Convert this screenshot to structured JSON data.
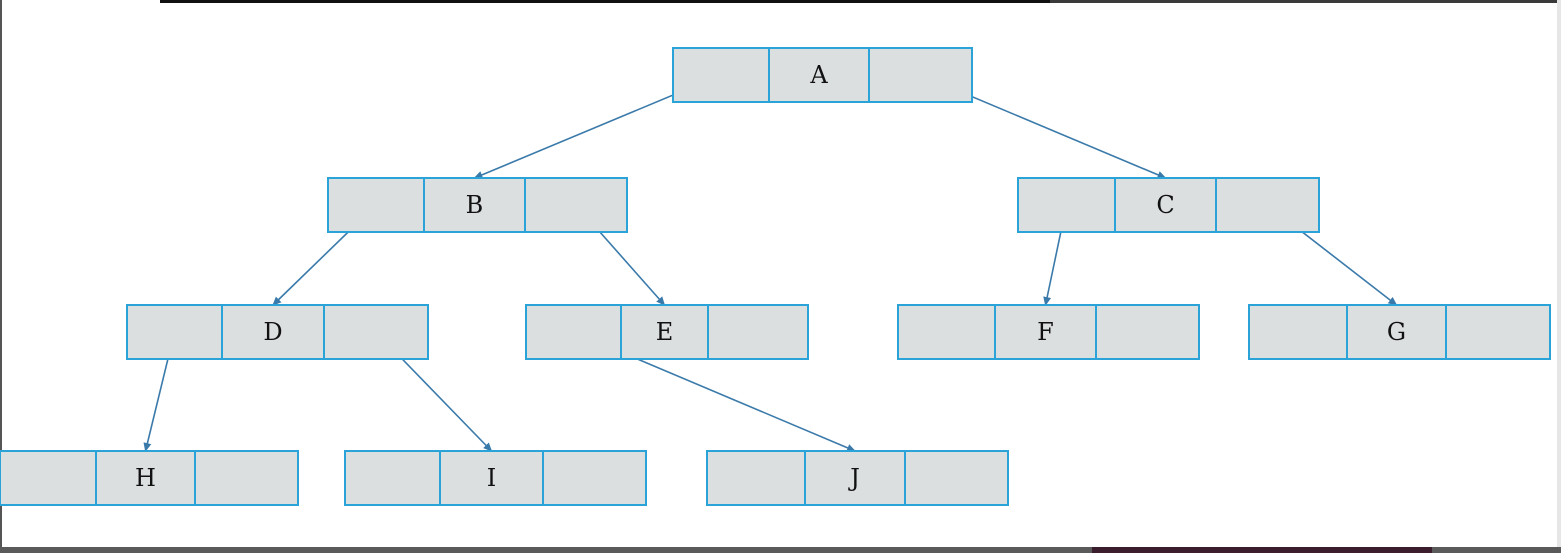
{
  "diagram": {
    "type": "binary-tree-linked-nodes",
    "colors": {
      "cell_fill": "#dcdfe0",
      "cell_border": "#29a3d8",
      "edge": "#3a7aaa",
      "label": "#111111"
    },
    "nodes": [
      {
        "id": "A",
        "label": "A",
        "left": "B",
        "right": "C"
      },
      {
        "id": "B",
        "label": "B",
        "left": "D",
        "right": "E"
      },
      {
        "id": "C",
        "label": "C",
        "left": "F",
        "right": "G"
      },
      {
        "id": "D",
        "label": "D",
        "left": "H",
        "right": "I"
      },
      {
        "id": "E",
        "label": "E",
        "left": "J",
        "right": null
      },
      {
        "id": "F",
        "label": "F",
        "left": null,
        "right": null
      },
      {
        "id": "G",
        "label": "G",
        "left": null,
        "right": null
      },
      {
        "id": "H",
        "label": "H",
        "left": null,
        "right": null
      },
      {
        "id": "I",
        "label": "I",
        "left": null,
        "right": null
      },
      {
        "id": "J",
        "label": "J",
        "left": null,
        "right": null
      }
    ]
  }
}
